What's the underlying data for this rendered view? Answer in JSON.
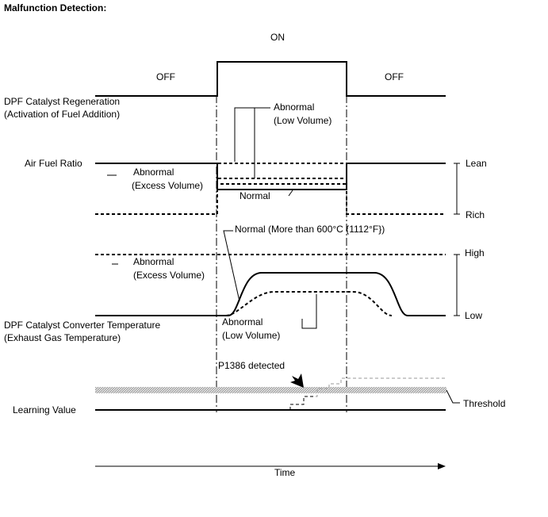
{
  "title": "Malfunction Detection:",
  "regeneration": {
    "label_line1": "DPF Catalyst Regeneration",
    "label_line2": "(Activation of Fuel Addition)",
    "on": "ON",
    "off_left": "OFF",
    "off_right": "OFF",
    "abnormal_low_line1": "Abnormal",
    "abnormal_low_line2": "(Low Volume)"
  },
  "air_fuel_ratio": {
    "label": "Air Fuel Ratio",
    "lean": "Lean",
    "rich": "Rich",
    "abnormal_excess_line1": "Abnormal",
    "abnormal_excess_line2": "(Excess Volume)",
    "normal": "Normal"
  },
  "temperature": {
    "label_line1": "DPF Catalyst Converter Temperature",
    "label_line2": "(Exhaust Gas Temperature)",
    "high": "High",
    "low": "Low",
    "normal_note": "Normal (More than 600°C {1112°F})",
    "abnormal_excess_line1": "Abnormal",
    "abnormal_excess_line2": "(Excess Volume)",
    "abnormal_low_line1": "Abnormal",
    "abnormal_low_line2": "(Low Volume)"
  },
  "learning": {
    "label": "Learning Value",
    "detected": "P1386 detected",
    "threshold": "Threshold"
  },
  "time_axis": {
    "label": "Time"
  },
  "colors": {
    "line": "#000000",
    "threshold_band": "#bdbdbd",
    "learning_trace": "#999999"
  }
}
